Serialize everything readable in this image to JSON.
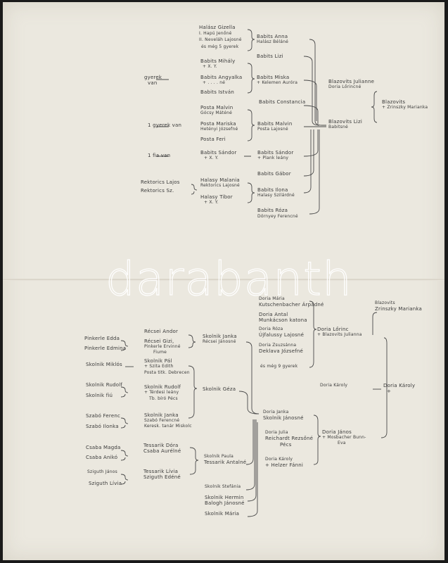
{
  "watermark": "darabanth",
  "entries": [
    "Halász Gizella",
    "I. Hapú Jenőné",
    "II. Neveláh Lajosné",
    "és még 5 gyerek",
    "Babits Anna",
    "Halász Béláné",
    "Babits Lizi",
    "Babits Mihály",
    "+ X. Y.",
    "gyerek",
    "van",
    "Babits Angyalka",
    "+ . . . . né",
    "Babits István",
    "Babits Miska",
    "+ Kelemen Auróra",
    "Babits Constancia",
    "Posta Malvin",
    "Gócsy Máténé",
    "1 gyerek van",
    "Posta Mariska",
    "Hetényi Józsefné",
    "Posta Feri",
    "Babits Malvin",
    "Posta Lajosné",
    "1 fia van",
    "Babits Sándor",
    "+ X. Y.",
    "Babits Sándor",
    "+ Plank leány",
    "Babits Gábor",
    "Rektorics Lajos",
    "Rektorics Sz.",
    "Halasy Malania",
    "Rektorics Lajosné",
    "Halasy Tibor",
    "+ X. Y.",
    "Babits Ilona",
    "Halasy Szilárdné",
    "Babits Róza",
    "Dörnyey Ferencné",
    "Blazovits Julianne",
    "Doria Lőrincné",
    "Blazovits",
    "+ Zrinszky Marianka",
    "Blazovits Lizi",
    "Babitsné",
    "Récsei Andor",
    "Pinkerle Edda",
    "Pinkerle Edmina",
    "Récsei Gizi,",
    "Pinkerle Ervinné",
    "Fiume",
    "Skolnik Janka",
    "Récsei Jánosné",
    "Skolnik Miklós",
    "Skolnik Pál",
    "+ Szita Edith",
    "Posta titk. Debrecen",
    "Skolnik Rudolf",
    "Skolnik fiú",
    "Skolnik Rudolf",
    "+ Térdesi leány",
    "Tb. bíró Pécs",
    "Skolnik Géza",
    "Szabó Ferenc",
    "Szabó Ilonka",
    "Skolnik Janka",
    "Szabó Ferencné",
    "Keresk. tanár Miskolc",
    "Csaba Magda",
    "Csaba Anikó",
    "Tessarik Dóra",
    "Csaba Aurélné",
    "Skolnik Paula",
    "Tessarik Antalné",
    "Sziguth János",
    "Sziguth Lívia",
    "Tessarik Lívia",
    "Sziguth Edéné",
    "Skolnik Stefánia",
    "Skolnik Hermin",
    "Balogh Jánosné",
    "Skolnik Mária",
    "Doria Mária",
    "Kutschenbacher Árpádné",
    "Doria Antal",
    "Munkácson katona",
    "Doria Róza",
    "Újfalussy Lajosné",
    "Doria Zsuzsánna",
    "Deklava Józsefné",
    "és még 9 gyerek",
    "Doria Lőrinc",
    "+ Blazovits Julianna",
    "Blazovits",
    "Zrinszky Marianka",
    "Doria Károly",
    "Doria Károly",
    "+",
    "Doria Janka",
    "Skolnik Jánosné",
    "Doria Julia",
    "Reichardt Rezsőné",
    "Pécs",
    "Doria János",
    "+ Mosbacher Bunn-",
    "Eva",
    "Doria Károly",
    "+ Helzer Fánni"
  ]
}
